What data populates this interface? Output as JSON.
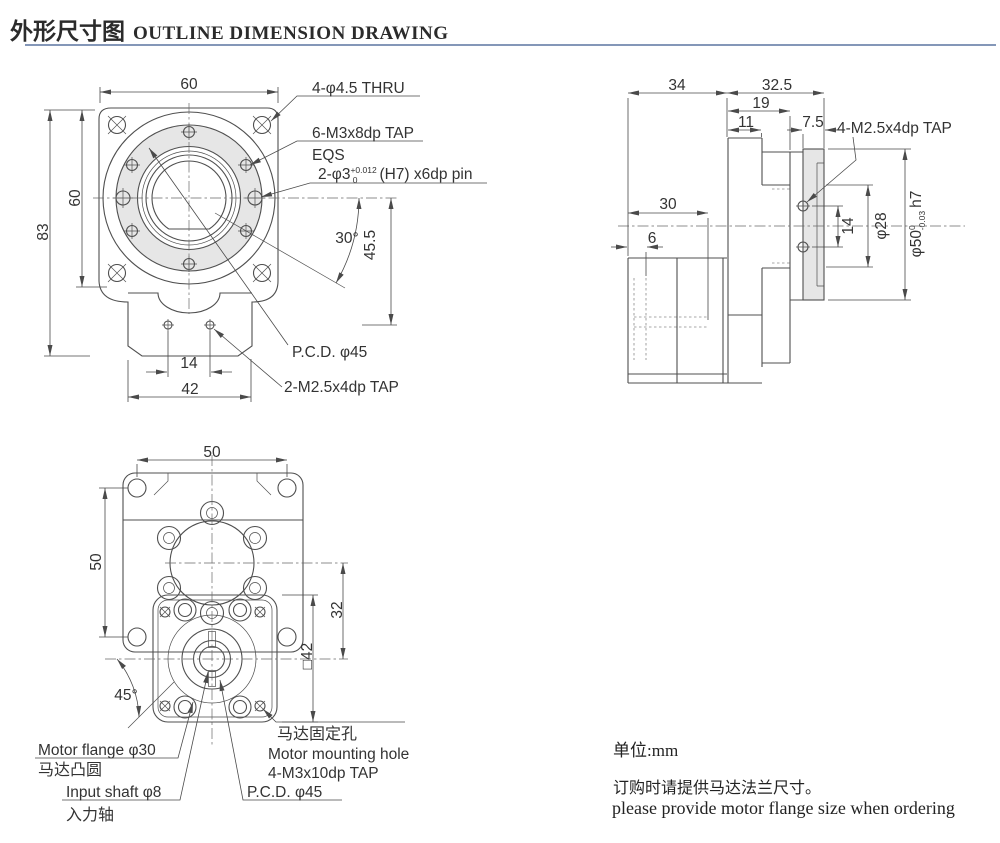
{
  "page": {
    "title_cn": "外形尺寸图",
    "title_en": "OUTLINE DIMENSION DRAWING"
  },
  "front_view": {
    "dims": {
      "width_top": "60",
      "height_inner": "60",
      "height_overall": "83",
      "hole_span": "14",
      "tab_width": "42",
      "angle": "30°",
      "center_to_taps": "45.5"
    },
    "labels": {
      "corner_holes": "4-φ4.5 THRU",
      "tap_holes": "6-M3x8dp TAP",
      "tap_holes_note": "EQS",
      "pin_prefix": "2-φ3",
      "pin_tol_sup": "+0.012",
      "pin_tol_sub": "0",
      "pin_suffix": "(H7) x6dp pin",
      "pcd": "P.C.D. φ45",
      "bottom_taps": "2-M2.5x4dp TAP"
    }
  },
  "side_view": {
    "dims": {
      "len_left": "34",
      "len_right": "32.5",
      "flange_depth": "19",
      "boss_depth": "11",
      "plate_thick": "7.5",
      "body_len": "30",
      "step": "6",
      "hole_span": "14",
      "dia28": "φ28",
      "dia50_prefix": "φ50",
      "dia50_sup": "0",
      "dia50_sub": "-0.03",
      "dia50_suffix": "h7"
    },
    "labels": {
      "taps": "4-M2.5x4dp TAP"
    }
  },
  "rear_view": {
    "dims": {
      "bolt_span_h": "50",
      "bolt_span_v": "50",
      "axis_offset": "32",
      "square": "□42",
      "angle": "45°"
    },
    "labels": {
      "motor_flange": "Motor flange φ30",
      "motor_flange_cn": "马达凸圆",
      "input_shaft": "Input shaft φ8",
      "input_shaft_cn": "入力轴",
      "pcd": "P.C.D. φ45",
      "mount_cn": "马达固定孔",
      "mount_en": "Motor mounting hole",
      "mount_spec": "4-M3x10dp TAP"
    }
  },
  "notes": {
    "unit": "单位:mm",
    "order_cn": "订购时请提供马达法兰尺寸。",
    "order_en": "please provide motor flange size when ordering"
  },
  "colors": {
    "bg": "#ffffff",
    "line": "#4f4f4f",
    "dim": "#4a4a4a",
    "text": "#333333",
    "fillg": "#e6e6e6",
    "rule": "#8497b8"
  }
}
